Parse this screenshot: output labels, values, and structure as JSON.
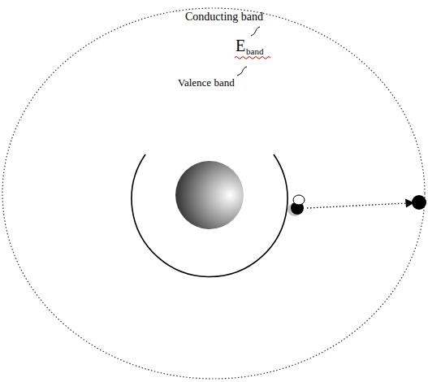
{
  "diagram": {
    "labels": [
      "Conducting band",
      "E",
      "band",
      "Valence band"
    ]
  }
}
